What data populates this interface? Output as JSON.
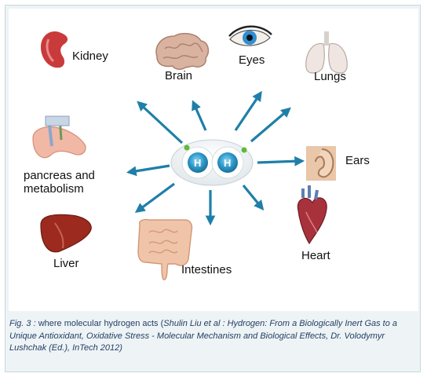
{
  "organs": {
    "kidney": "Kidney",
    "brain": "Brain",
    "eyes": "Eyes",
    "lungs": "Lungs",
    "ears": "Ears",
    "pancreas_line1": "pancreas and",
    "pancreas_line2": "metabolism",
    "liver": "Liver",
    "intestines": "Intestines",
    "heart": "Heart"
  },
  "molecule": {
    "atom_left": "H",
    "atom_right": "H"
  },
  "caption": {
    "lead": "Fig. 3 : ",
    "text": " where molecular hydrogen acts (",
    "citation": "Shulin Liu et al : Hydrogen: From a Biologically Inert Gas to a Unique Antioxidant, Oxidative Stress - Molecular Mechanism and Biological Effects, Dr. Volodymyr Lushchak (Ed.), InTech 2012)"
  },
  "colors": {
    "arrow": "#1f7fa8",
    "molecule": "#2a97c8",
    "caption_text": "#223f66",
    "frame_bg": "#eef3f5"
  }
}
